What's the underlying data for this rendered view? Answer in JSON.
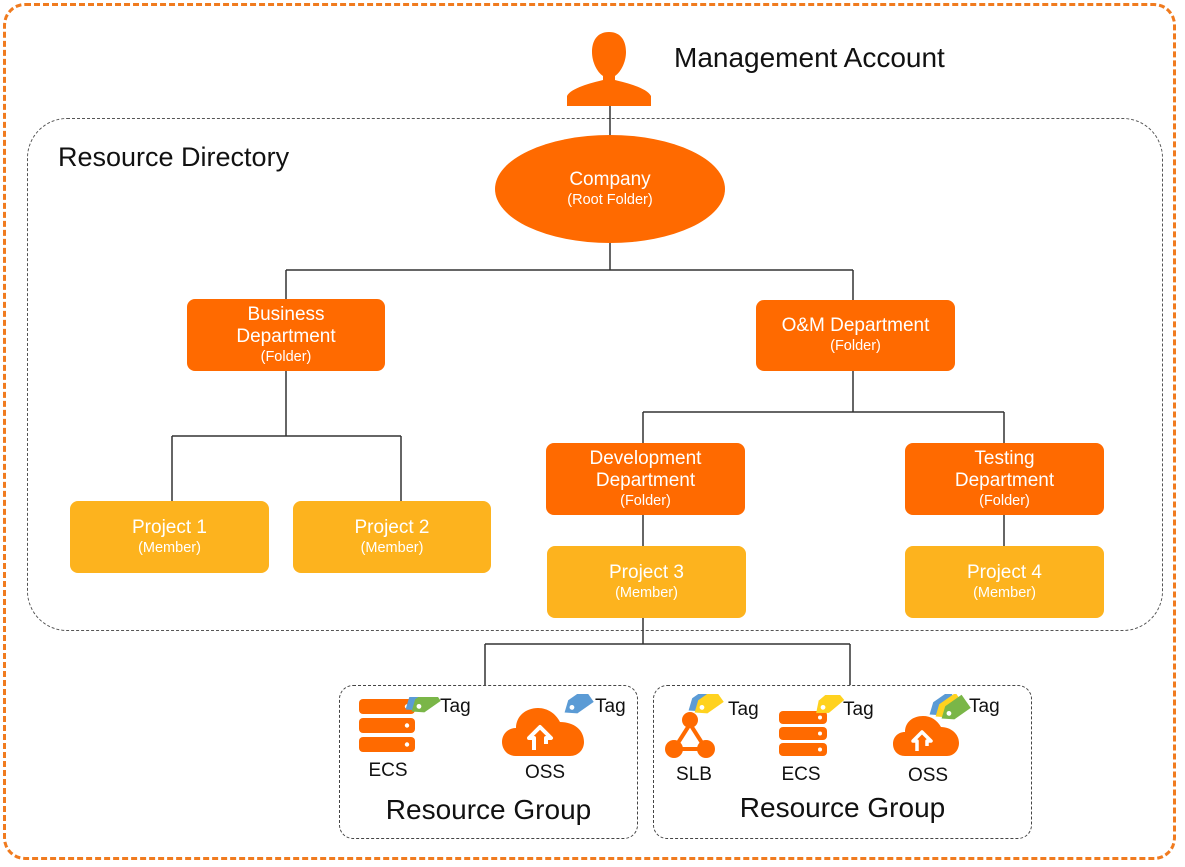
{
  "management_account": {
    "title": "Management Account"
  },
  "resource_directory": {
    "title": "Resource Directory"
  },
  "nodes": {
    "company": {
      "name": "Company",
      "type": "(Root Folder)"
    },
    "business": {
      "name_line1": "Business",
      "name_line2": "Department",
      "type": "(Folder)"
    },
    "om": {
      "name": "O&M Department",
      "type": "(Folder)"
    },
    "development": {
      "name_line1": "Development",
      "name_line2": "Department",
      "type": "(Folder)"
    },
    "testing": {
      "name_line1": "Testing",
      "name_line2": "Department",
      "type": "(Folder)"
    },
    "project1": {
      "name": "Project 1",
      "type": "(Member)"
    },
    "project2": {
      "name": "Project 2",
      "type": "(Member)"
    },
    "project3": {
      "name": "Project 3",
      "type": "(Member)"
    },
    "project4": {
      "name": "Project 4",
      "type": "(Member)"
    }
  },
  "resource_groups": [
    {
      "title": "Resource Group",
      "resources": [
        {
          "name": "ECS",
          "tag": "Tag",
          "icon": "server-icon"
        },
        {
          "name": "OSS",
          "tag": "Tag",
          "icon": "cloud-storage-icon"
        }
      ]
    },
    {
      "title": "Resource Group",
      "resources": [
        {
          "name": "SLB",
          "tag": "Tag",
          "icon": "load-balancer-icon"
        },
        {
          "name": "ECS",
          "tag": "Tag",
          "icon": "server-icon"
        },
        {
          "name": "OSS",
          "tag": "Tag",
          "icon": "cloud-storage-icon"
        }
      ]
    }
  ],
  "colors": {
    "folder": "#ff6a00",
    "member": "#fdb31e",
    "outer_border": "#f07b1f",
    "tag_green": "#7ab648",
    "tag_yellow": "#ffd21f",
    "tag_blue": "#5b9bd5"
  }
}
